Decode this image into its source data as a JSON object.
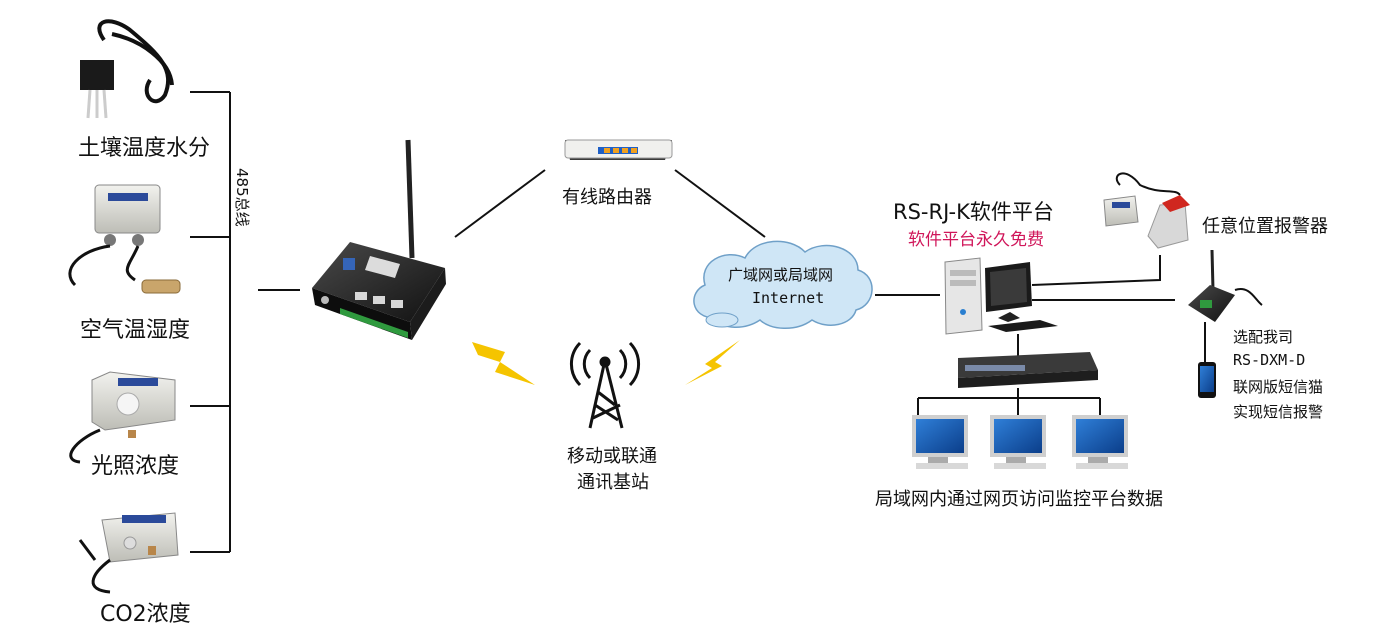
{
  "sensors": {
    "soil": "土壤温度水分",
    "air": "空气温湿度",
    "light": "光照浓度",
    "co2": "CO2浓度"
  },
  "bus_label": "485总线",
  "router_label": "有线路由器",
  "cloud": {
    "line1": "广域网或局域网",
    "line2": "Internet"
  },
  "tower": {
    "line1": "移动或联通",
    "line2": "通讯基站"
  },
  "platform": {
    "title": "RS-RJ-K软件平台",
    "subtitle": "软件平台永久免费"
  },
  "alarm_label": "任意位置报警器",
  "sms_modem": {
    "line1": "选配我司",
    "line2": "RS-DXM-D",
    "line3": "联网版短信猫",
    "line4": "实现短信报警"
  },
  "lan_label": "局域网内通过网页访问监控平台数据",
  "colors": {
    "accent_red": "#d0165a",
    "cloud": "#cfe6f6",
    "lightning": "#f5c400",
    "device": "#2a2a2a"
  }
}
